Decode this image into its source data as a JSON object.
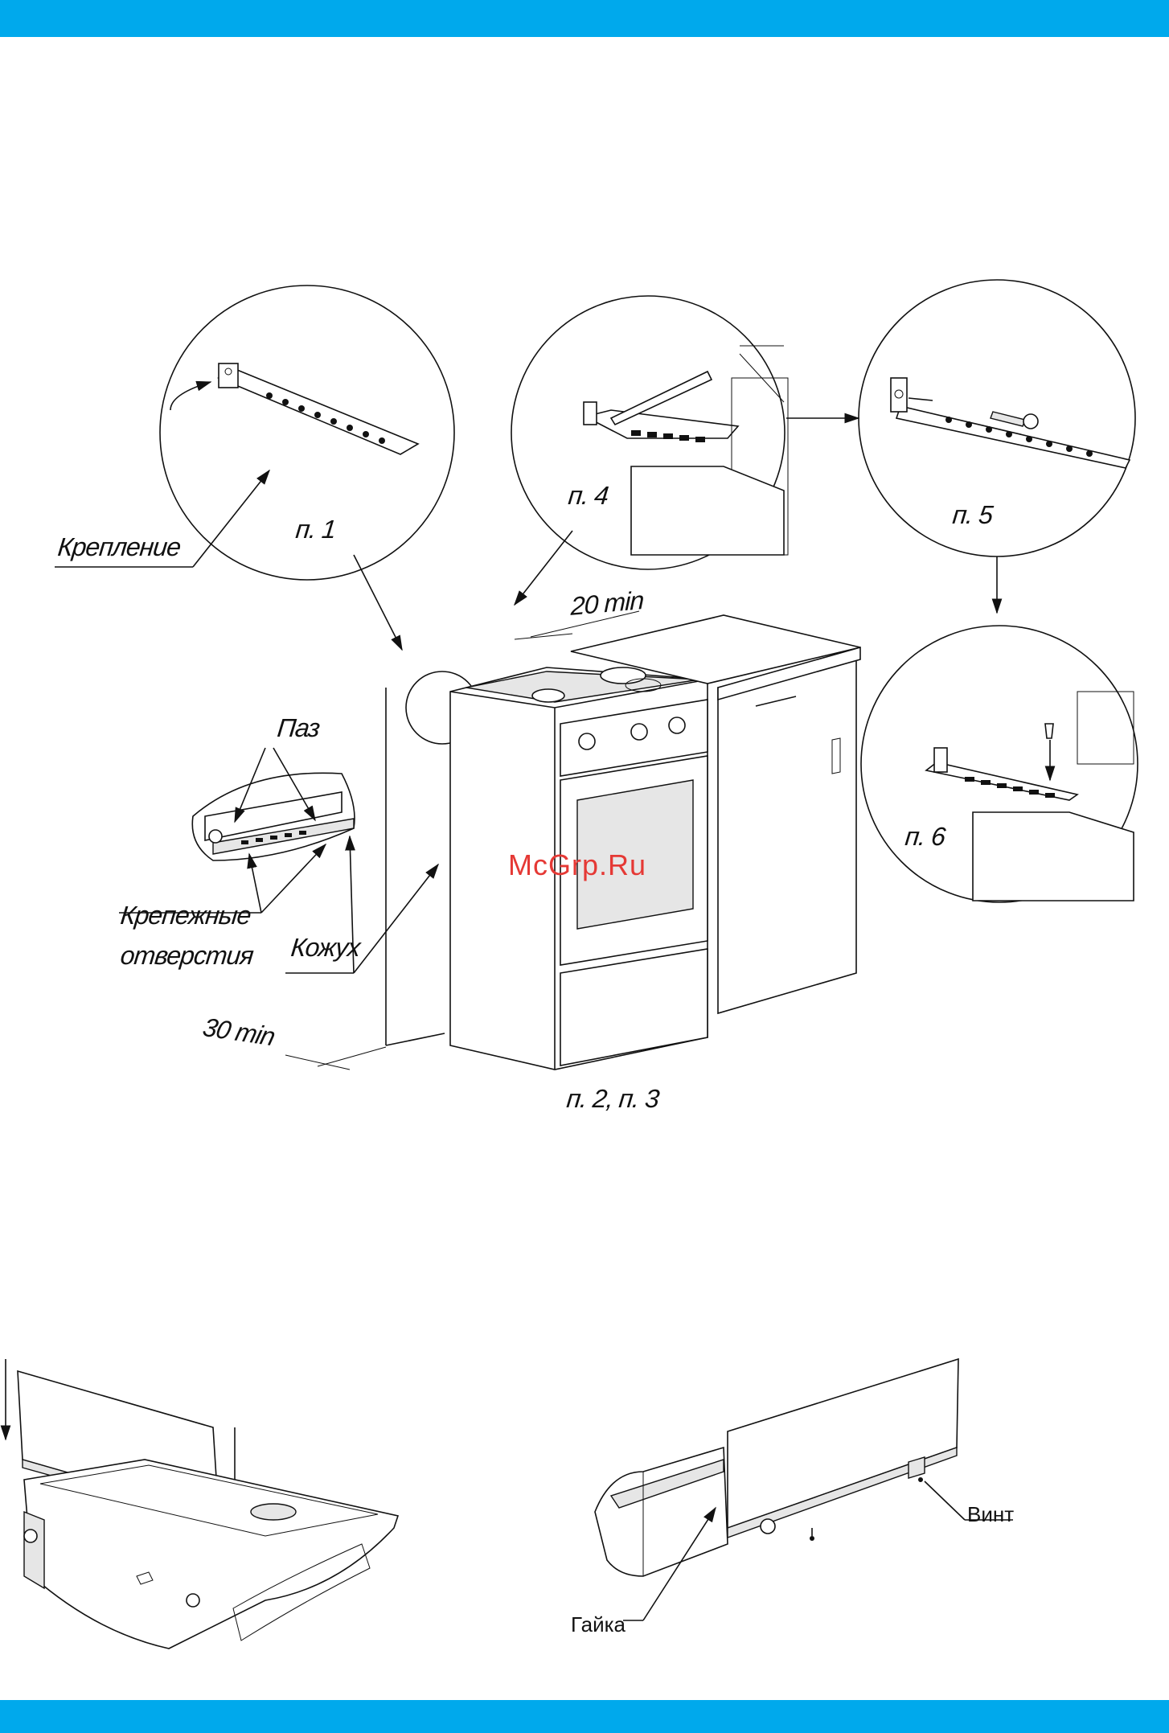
{
  "colors": {
    "band": "#00a9ec",
    "ink": "#111111",
    "watermark": "#e53935"
  },
  "main_figure": {
    "labels": {
      "krepl": "Крепление",
      "p1": "п. 1",
      "p4": "п. 4",
      "p5": "п. 5",
      "p6": "п. 6",
      "paz": "Паз",
      "holes_line1": "Крепежные",
      "holes_line2": "отверстия",
      "kozhuh": "Кожух",
      "min20": "20 min",
      "min30": "30 min",
      "p23": "п. 2, п. 3"
    },
    "watermark": "McGrp.Ru"
  },
  "bottom_figure": {
    "labels": {
      "vint": "Винт",
      "gayka": "Гайка"
    }
  }
}
